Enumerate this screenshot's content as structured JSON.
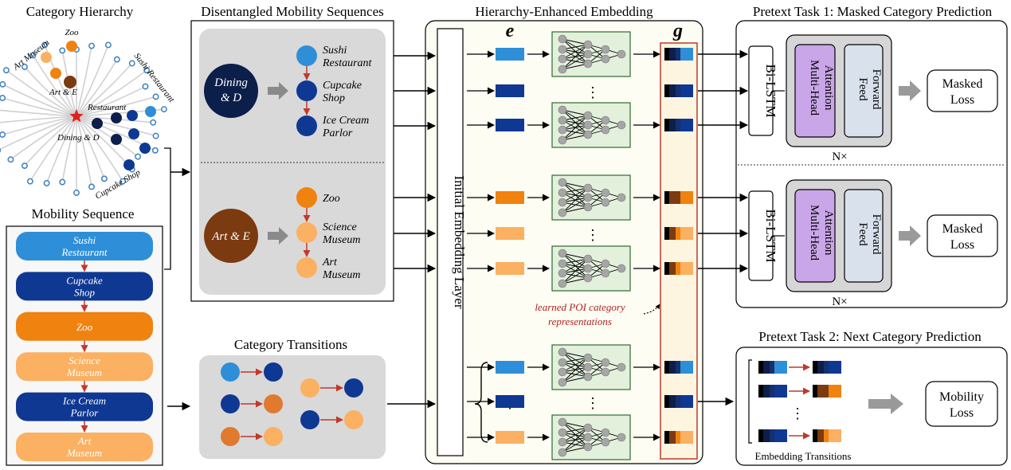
{
  "titles": {
    "hierarchy": "Category Hierarchy",
    "mobility": "Mobility Sequence",
    "disentangled": "Disentangled Mobility Sequences",
    "transitions": "Category Transitions",
    "embedding": "Hierarchy-Enhanced Embedding",
    "task1": "Pretext Task 1: Masked Category Prediction",
    "task2": "Pretext Task 2: Next Category Prediction"
  },
  "tree_labels": {
    "zoo": "Zoo",
    "art_museum": "Art Museum",
    "art_e": "Art & E",
    "restaurant": "Restaurant",
    "sushi": "Sushi Restaurant",
    "dining": "Dining & D",
    "cupcake": "Cupcake Shop"
  },
  "mobility_items": [
    {
      "line1": "Sushi",
      "line2": "Restaurant",
      "color": "#2e8fd8"
    },
    {
      "line1": "Cupcake",
      "line2": "Shop",
      "color": "#0f3893"
    },
    {
      "line1": "Zoo",
      "line2": "",
      "color": "#f0820f"
    },
    {
      "line1": "Science",
      "line2": "Museum",
      "color": "#fbb062"
    },
    {
      "line1": "Ice Cream",
      "line2": "Parlor",
      "color": "#0f3893"
    },
    {
      "line1": "Art",
      "line2": "Museum",
      "color": "#fbb062"
    }
  ],
  "dining_group": {
    "root": [
      "Dining",
      "& D"
    ],
    "items": [
      [
        "Sushi",
        "Restaurant"
      ],
      [
        "Cupcake",
        "Shop"
      ],
      [
        "Ice Cream",
        "Parlor"
      ]
    ]
  },
  "art_group": {
    "root": "Art & E",
    "items": [
      [
        "Zoo"
      ],
      [
        "Science",
        "Museum"
      ],
      [
        "Art",
        "Museum"
      ]
    ]
  },
  "embedding": {
    "initial_layer": "Initial Embedding Layer",
    "e_symbol": "e",
    "g_symbol": "g",
    "annotation": [
      "learned POI category",
      "representations"
    ],
    "ellipsis": "⋮"
  },
  "task_blocks": {
    "bilstm": "Bi-LSTM",
    "attention": [
      "Multi-Head",
      "Attention"
    ],
    "feed_forward": [
      "Feed",
      "Forward"
    ],
    "repeat": "N×",
    "masked_loss": [
      "Masked",
      "Loss"
    ],
    "mobility_loss": [
      "Mobility",
      "Loss"
    ],
    "embedding_transitions": "Embedding Transitions"
  },
  "colors": {
    "light_blue": "#2e8fd8",
    "dark_blue": "#0f3893",
    "navy": "#0c1e4a",
    "orange": "#f0820f",
    "light_orange": "#fbb062",
    "brown": "#7b3a10",
    "gray_panel": "#d9d9d9",
    "green_box": "#e3f0dc",
    "purple": "#c9a6e8",
    "red": "#c0392b"
  }
}
